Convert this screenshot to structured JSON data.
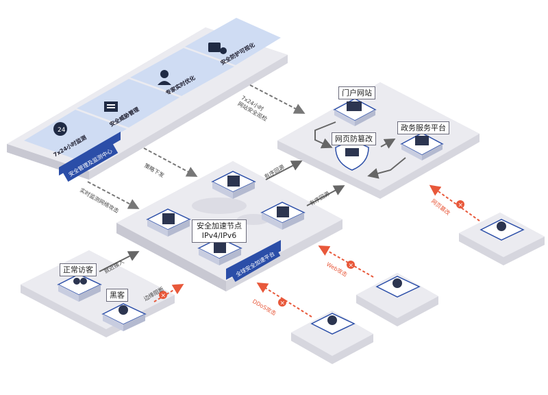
{
  "monitor_center": {
    "title": "安全管理及监测中心",
    "panels": [
      "7x24小时监测",
      "安全威胁管理",
      "专家实时优化",
      "安全防护可视化"
    ]
  },
  "edge_platform": {
    "title": "全球安全加速平台",
    "node_label_line1": "安全加速节点",
    "node_label_line2": "IPv4/IPv6"
  },
  "origin": {
    "portal": "门户网站",
    "gov": "政务服务平台",
    "tamper": "网页防篡改"
  },
  "clients": {
    "normal": "正常访客",
    "hacker": "黑客"
  },
  "flows": {
    "monitor_to_origin": "7x24小时\n网站安全巡检",
    "strategy": "策略下发",
    "realtime": "实时监测网络攻击",
    "back_to_origin_1": "有序回源",
    "back_to_origin_2": "有序回源",
    "nearby_access": "就近接入",
    "edge_block": "边缘阻断"
  },
  "attacks": {
    "tamper_attack": "网页篡改",
    "web_attack": "Web攻击",
    "ddos_attack": "DDoS攻击"
  },
  "colors": {
    "accent": "#2b4ea8",
    "attack": "#e8583a",
    "platform_top": "#ebebf0",
    "platform_side": "#d6d6de",
    "panel": "#cfdcf3"
  }
}
